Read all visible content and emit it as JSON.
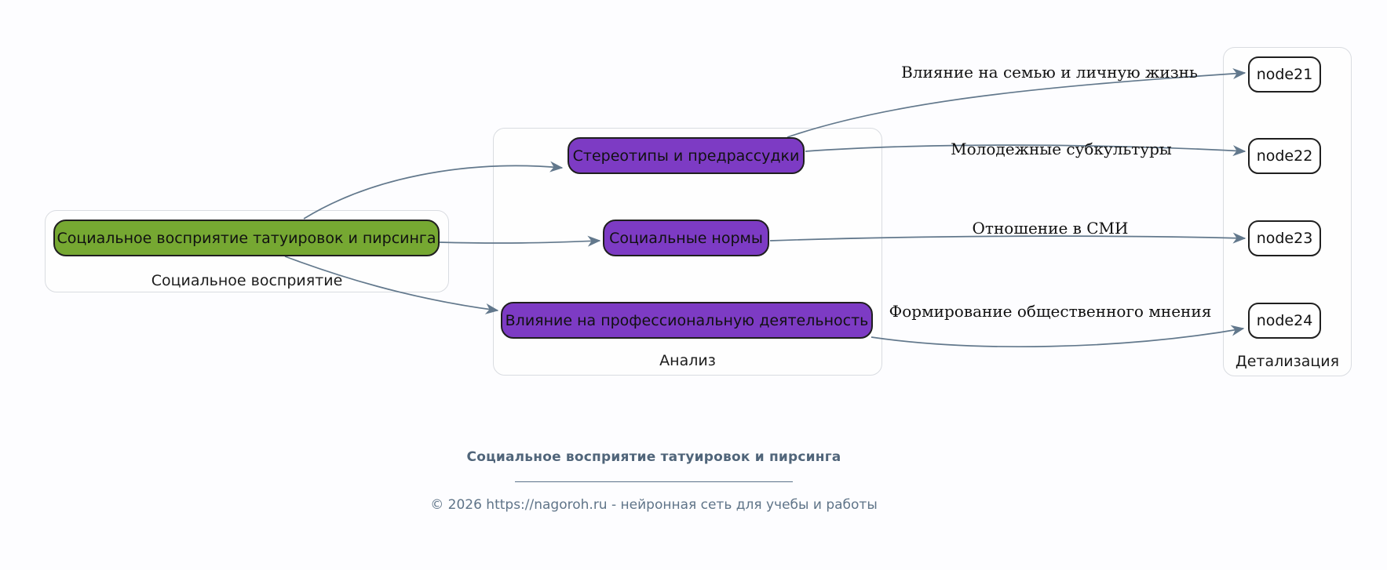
{
  "diagram": {
    "clusters": [
      {
        "id": "social-perception",
        "label": "Социальное восприятие"
      },
      {
        "id": "analysis",
        "label": "Анализ"
      },
      {
        "id": "details",
        "label": "Детализация"
      }
    ],
    "nodes": {
      "root": "Социальное восприятие татуировок и пирсинга",
      "stereotypes": "Стереотипы и предрассудки",
      "norms": "Социальные нормы",
      "profession": "Влияние на профессиональную деятельность",
      "node21": "node21",
      "node22": "node22",
      "node23": "node23",
      "node24": "node24"
    },
    "edge_labels": [
      "Влияние на семью и личную жизнь",
      "Молодежные субкультуры",
      "Отношение в СМИ",
      "Формирование общественного мнения"
    ],
    "colors": {
      "root_fill": "#76a832",
      "branch_fill": "#7d3bc4",
      "leaf_fill": "#ffffff",
      "node_border": "#1f1f1f",
      "edge_stroke": "#62788c",
      "cluster_border": "#d9dce1",
      "footer_text": "#50657a"
    }
  },
  "footer": {
    "title": "Социальное восприятие татуировок и пирсинга",
    "copyright": "© 2026 https://nagoroh.ru - нейронная сеть для учебы и работы"
  }
}
